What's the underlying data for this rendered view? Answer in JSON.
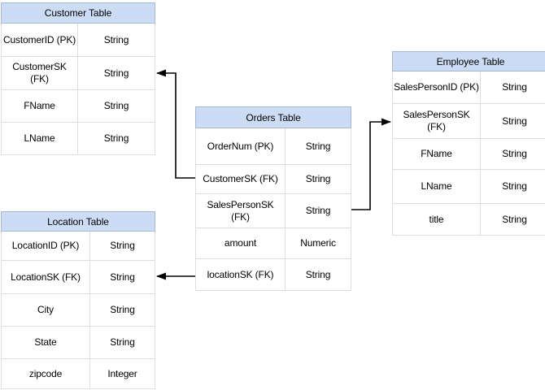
{
  "tables": {
    "customer": {
      "title": "Customer Table",
      "rows": [
        {
          "field": "CustomerID (PK)",
          "type": "String"
        },
        {
          "field": "CustomerSK\n(FK)",
          "type": "String"
        },
        {
          "field": "FName",
          "type": "String"
        },
        {
          "field": "LName",
          "type": "String"
        }
      ]
    },
    "orders": {
      "title": "Orders Table",
      "rows": [
        {
          "field": "OrderNum (PK)",
          "type": "String"
        },
        {
          "field": "CustomerSK (FK)",
          "type": "String"
        },
        {
          "field": "SalesPersonSK\n(FK)",
          "type": "String"
        },
        {
          "field": "amount",
          "type": "Numeric"
        },
        {
          "field": "locationSK (FK)",
          "type": "String"
        }
      ]
    },
    "employee": {
      "title": "Employee Table",
      "rows": [
        {
          "field": "SalesPersonID (PK)",
          "type": "String"
        },
        {
          "field": "SalesPersonSK\n(FK)",
          "type": "String"
        },
        {
          "field": "FName",
          "type": "String"
        },
        {
          "field": "LName",
          "type": "String"
        },
        {
          "field": "title",
          "type": "String"
        }
      ]
    },
    "location": {
      "title": "Location Table",
      "rows": [
        {
          "field": "LocationID (PK)",
          "type": "String"
        },
        {
          "field": "LocationSK (FK)",
          "type": "String"
        },
        {
          "field": "City",
          "type": "String"
        },
        {
          "field": "State",
          "type": "String"
        },
        {
          "field": "zipcode",
          "type": "Integer"
        }
      ]
    }
  },
  "relationships": [
    {
      "from": "Orders Table.CustomerSK (FK)",
      "to": "Customer Table.CustomerSK (FK)"
    },
    {
      "from": "Orders Table.SalesPersonSK (FK)",
      "to": "Employee Table.SalesPersonSK (FK)"
    },
    {
      "from": "Orders Table.locationSK (FK)",
      "to": "Location Table.LocationSK (FK)"
    }
  ],
  "colors": {
    "background": "#FFFFFF",
    "header_fill": "#CCDCF5",
    "header_border": "#A7B5CF",
    "cell_border": "#DDDDDD",
    "text": "#000000",
    "connector": "#000000"
  }
}
